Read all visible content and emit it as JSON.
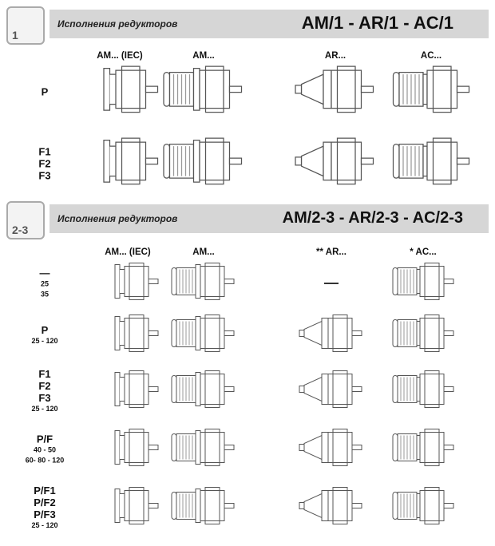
{
  "sections": [
    {
      "icon_label": "1",
      "subtitle": "Исполнения редукторов",
      "title": "AM/1 - AR/1 - AC/1",
      "columns": [
        "AM... (IEC)",
        "AM...",
        "AR...",
        "AC..."
      ],
      "rows": [
        {
          "labels": [
            "P"
          ],
          "sizes": [],
          "cells": [
            "iec",
            "am",
            "ar",
            "ac"
          ]
        },
        {
          "labels": [
            "F1",
            "F2",
            "F3"
          ],
          "sizes": [],
          "cells": [
            "iec",
            "am",
            "ar",
            "ac"
          ]
        }
      ]
    },
    {
      "icon_label": "2-3",
      "subtitle": "Исполнения редукторов",
      "title": "AM/2-3 - AR/2-3 - AC/2-3",
      "columns": [
        "AM... (IEC)",
        "AM...",
        "** AR...",
        "* AC..."
      ],
      "rows": [
        {
          "labels": [
            "—"
          ],
          "sizes": [
            "25",
            "35"
          ],
          "cells": [
            "iec",
            "am",
            "none",
            "ac"
          ]
        },
        {
          "labels": [
            "P"
          ],
          "sizes": [
            "25 - 120"
          ],
          "cells": [
            "iec",
            "am",
            "ar",
            "ac"
          ]
        },
        {
          "labels": [
            "F1",
            "F2",
            "F3"
          ],
          "sizes": [
            "25 - 120"
          ],
          "cells": [
            "iec",
            "am",
            "ar",
            "ac"
          ]
        },
        {
          "labels": [
            "P/F"
          ],
          "sizes": [
            "40 - 50",
            "60- 80 - 120"
          ],
          "cells": [
            "iec",
            "am",
            "ar",
            "ac"
          ]
        },
        {
          "labels": [
            "P/F1",
            "P/F2",
            "P/F3"
          ],
          "sizes": [
            "25 - 120"
          ],
          "cells": [
            "iec",
            "am",
            "ar",
            "ac"
          ]
        }
      ]
    }
  ]
}
